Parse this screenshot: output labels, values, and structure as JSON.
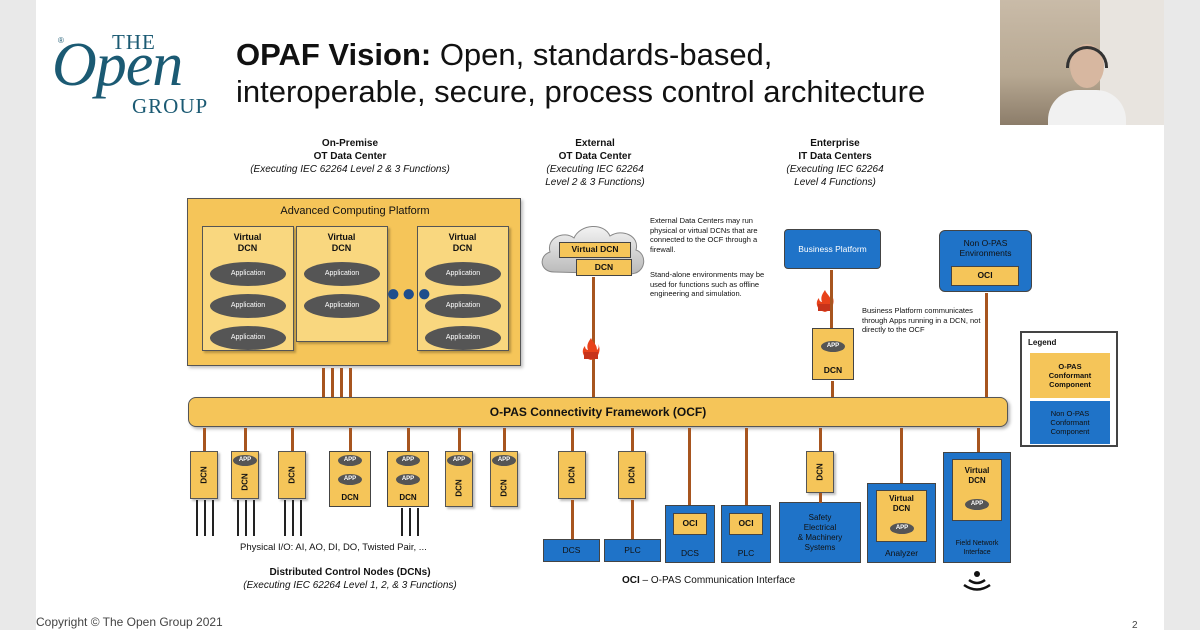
{
  "logo": {
    "the": "THE",
    "open": "Open",
    "group": "GROUP",
    "reg": "®"
  },
  "title": {
    "bold": "OPAF Vision:",
    "line1_rest": " Open, standards-based,",
    "line2": "interoperable, secure, process control architecture"
  },
  "headers": {
    "onprem": {
      "l1": "On-Premise",
      "l2": "OT Data Center",
      "l3": "(Executing IEC 62264 Level 2 & 3 Functions)"
    },
    "external": {
      "l1": "External",
      "l2": "OT Data Center",
      "l3": "(Executing IEC 62264",
      "l4": "Level 2 & 3 Functions)"
    },
    "enterprise": {
      "l1": "Enterprise",
      "l2": "IT Data Centers",
      "l3": "(Executing IEC 62264",
      "l4": "Level 4 Functions)"
    }
  },
  "acp": {
    "title": "Advanced Computing Platform",
    "vdcn_label1": "Virtual",
    "vdcn_label2": "DCN",
    "app": "Application"
  },
  "cloud": {
    "virtual_dcn": "Virtual DCN",
    "dcn": "DCN"
  },
  "notes": {
    "external1": "External Data Centers may run physical or virtual DCNs that are connected to the OCF through a firewall.",
    "external2": "Stand-alone environments may be used for functions such as offline engineering and simulation.",
    "business": "Business Platform communicates through Apps running in a DCN, not directly to the OCF"
  },
  "business_platform": "Business Platform",
  "non_opas": {
    "l1": "Non O-PAS",
    "l2": "Environments",
    "oci": "OCI"
  },
  "app_dcn": {
    "app": "APP",
    "dcn": "DCN"
  },
  "ocf": "O-PAS Connectivity Framework (OCF)",
  "legend": {
    "title": "Legend",
    "conformant": [
      "O-PAS",
      "Conformant",
      "Component"
    ],
    "nonconformant": [
      "Non O-PAS",
      "Conformant",
      "Component"
    ]
  },
  "bottom": {
    "dcn": "DCN",
    "app": "APP",
    "virtual": "Virtual",
    "dcs": "DCS",
    "plc": "PLC",
    "oci": "OCI",
    "safety": [
      "Safety",
      "Electrical",
      "& Machinery",
      "Systems"
    ],
    "analyzer": "Analyzer",
    "field": [
      "Field Network",
      "Interface"
    ],
    "physical_io": "Physical I/O: AI, AO, DI, DO, Twisted Pair, ...",
    "dcn_title": "Distributed Control Nodes (DCNs)",
    "dcn_sub": "(Executing IEC 62264 Level 1, 2, & 3 Functions)",
    "oci_bold": "OCI",
    "oci_rest": " – O-PAS Communication Interface"
  },
  "footer": {
    "copyright": "Copyright © The Open Group 2021",
    "page": "2"
  },
  "colors": {
    "conformant": "#f5c559",
    "nonconformant": "#1f73c8",
    "wire": "#a7551f",
    "brand": "#1b5a73"
  }
}
